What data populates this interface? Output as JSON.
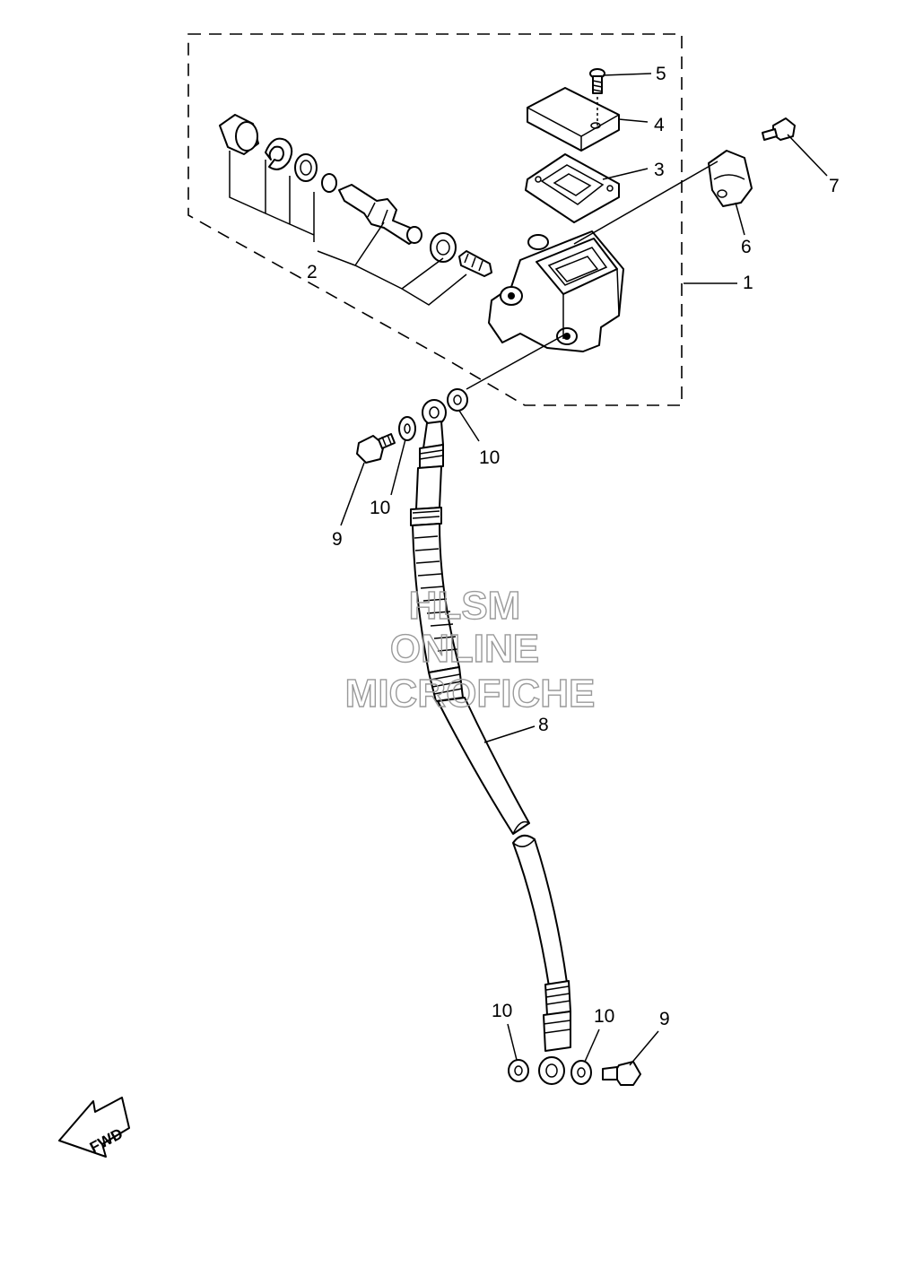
{
  "callouts": {
    "c1": "1",
    "c2": "2",
    "c3": "3",
    "c4": "4",
    "c5": "5",
    "c6": "6",
    "c7": "7",
    "c8": "8",
    "c9a": "9",
    "c9b": "9",
    "c10a": "10",
    "c10b": "10",
    "c10c": "10",
    "c10d": "10"
  },
  "fwd_label": "FWD",
  "watermark": {
    "line1": "HLSM",
    "line2": "ONLINE",
    "line3": "MICROFICHE",
    "color": "#9a9a9a"
  }
}
